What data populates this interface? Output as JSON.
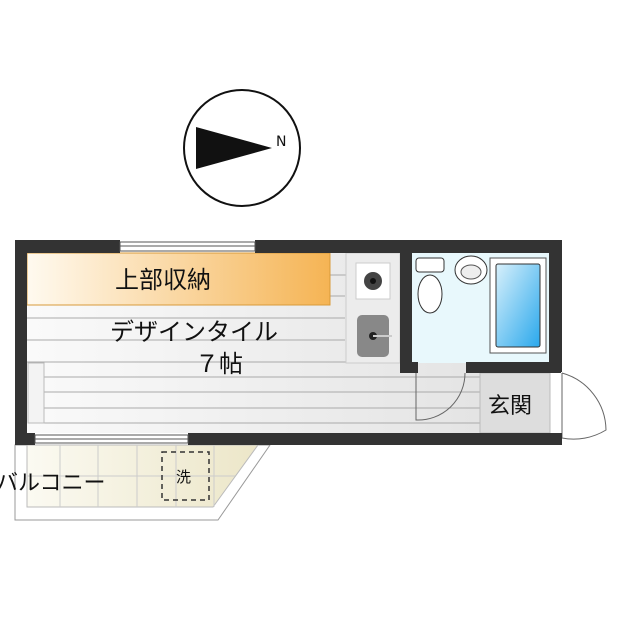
{
  "compass": {
    "north_label": "N"
  },
  "rooms": {
    "storage": "上部収納",
    "main_room": "デザインタイル",
    "main_room_size": "７帖",
    "entrance": "玄関",
    "balcony": "バルコニー",
    "washer": "洗"
  },
  "colors": {
    "wall": "#333333",
    "storage": "#f5b454",
    "bath": "#4ab4ee",
    "floor": "#eeeeee"
  }
}
